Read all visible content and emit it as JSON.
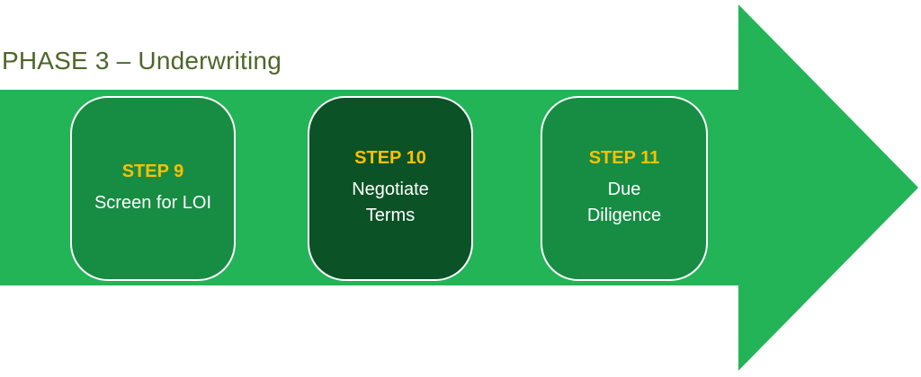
{
  "title": "PHASE 3 – Underwriting",
  "steps": [
    {
      "step_label": "STEP 9",
      "title": "Screen for LOI"
    },
    {
      "step_label": "STEP 10",
      "title": "Negotiate\nTerms"
    },
    {
      "step_label": "STEP 11",
      "title": "Due\nDiligence"
    }
  ],
  "colors": {
    "arrow_green": "#23b457",
    "box_green": "#178c43",
    "box_dark_green": "#0b5227",
    "step_label_gold": "#ffc000",
    "title_olive": "#4d662a",
    "box_border": "#ffffff",
    "background": "#ffffff"
  }
}
